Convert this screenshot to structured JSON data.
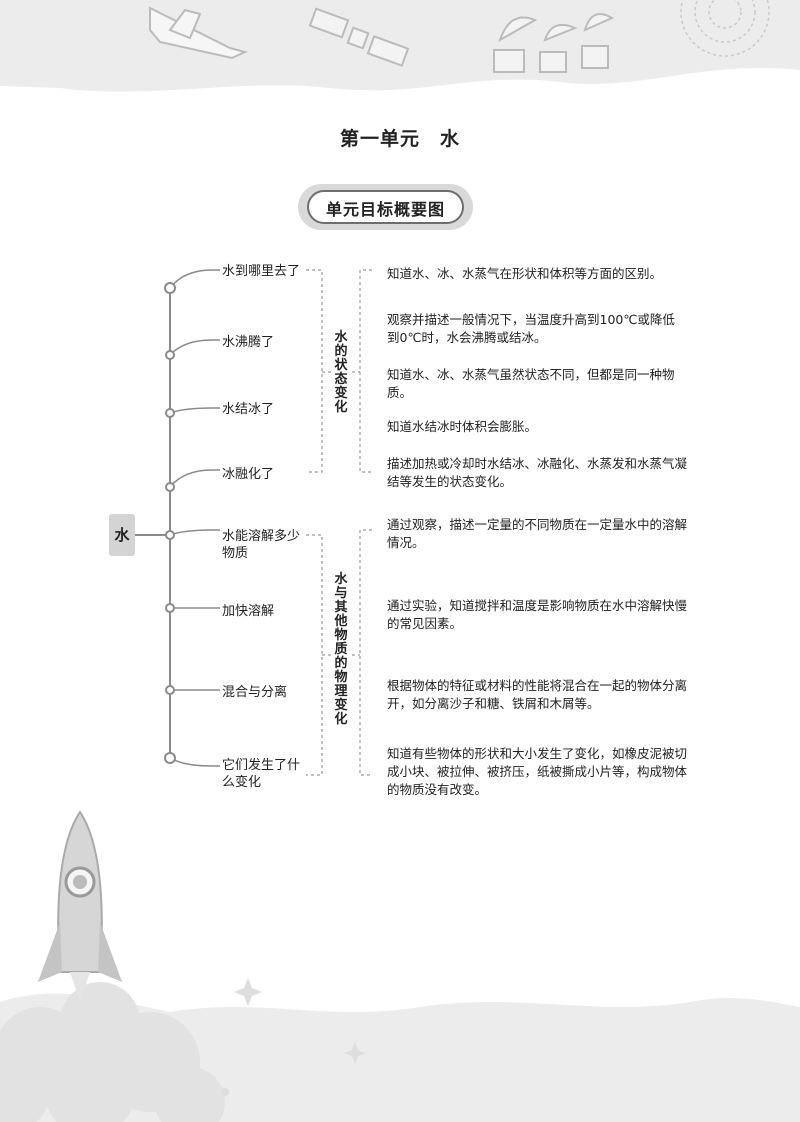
{
  "page": {
    "title": "第一单元　水",
    "section_badge": "单元目标概要图"
  },
  "mindmap": {
    "root": "水",
    "topics": [
      {
        "label": "水到哪里去了"
      },
      {
        "label": "水沸腾了"
      },
      {
        "label": "水结冰了"
      },
      {
        "label": "冰融化了"
      },
      {
        "label": "水能溶解多少物质"
      },
      {
        "label": "加快溶解"
      },
      {
        "label": "混合与分离"
      },
      {
        "label": "它们发生了什么变化"
      }
    ],
    "groups": [
      {
        "label": "水的状态变化"
      },
      {
        "label": "水与其他物质的物理变化"
      }
    ],
    "goals": [
      {
        "text": "知道水、冰、水蒸气在形状和体积等方面的区别。"
      },
      {
        "text": "观察并描述一般情况下，当温度升高到100℃或降低到0℃时，水会沸腾或结冰。"
      },
      {
        "text": "知道水、冰、水蒸气虽然状态不同，但都是同一种物质。"
      },
      {
        "text": "知道水结冰时体积会膨胀。"
      },
      {
        "text": "描述加热或冷却时水结冰、冰融化、水蒸发和水蒸气凝结等发生的状态变化。"
      },
      {
        "text": "通过观察，描述一定量的不同物质在一定量水中的溶解情况。"
      },
      {
        "text": "通过实验，知道搅拌和温度是影响物质在水中溶解快慢的常见因素。"
      },
      {
        "text": "根据物体的特征或材料的性能将混合在一起的物体分离开，如分离沙子和糖、铁屑和木屑等。"
      },
      {
        "text": "知道有些物体的形状和大小发生了变化，如橡皮泥被切成小块、被拉伸、被挤压，纸被撕成小片等，构成物体的物质没有改变。"
      }
    ]
  },
  "decorations": {
    "top_banner": [
      "space-shuttle-icon",
      "satellite-icon",
      "radar-dish-icon",
      "solar-system-icon"
    ],
    "bottom": [
      "rocket-icon",
      "smoke-cloud-icon",
      "sparkle-icon"
    ]
  },
  "colors": {
    "line_gray": "#8a8a8a",
    "badge_gray": "#d9d9d9",
    "deco_gray": "#ececec"
  }
}
